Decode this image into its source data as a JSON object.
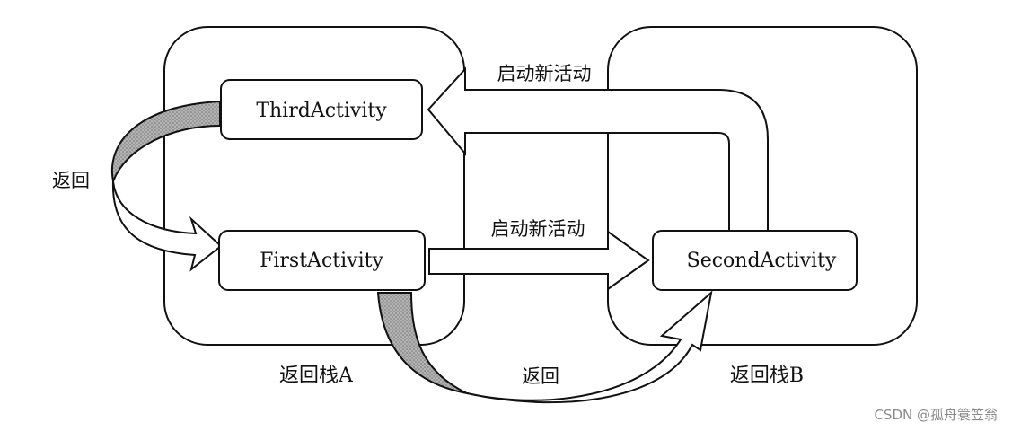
{
  "stack_a": {
    "label": "返回栈A"
  },
  "stack_b": {
    "label": "返回栈B"
  },
  "activities": {
    "third": "ThirdActivity",
    "first": "FirstActivity",
    "second": "SecondActivity"
  },
  "arrows": {
    "start_new_top": "启动新活动",
    "start_new_mid": "启动新活动",
    "back_left": "返回",
    "back_bottom": "返回"
  },
  "watermark": "CSDN @孤舟簑笠翁",
  "colors": {
    "stroke": "#111111",
    "fill": "#ffffff",
    "back_arrow_shade": "#9a9a9a"
  }
}
